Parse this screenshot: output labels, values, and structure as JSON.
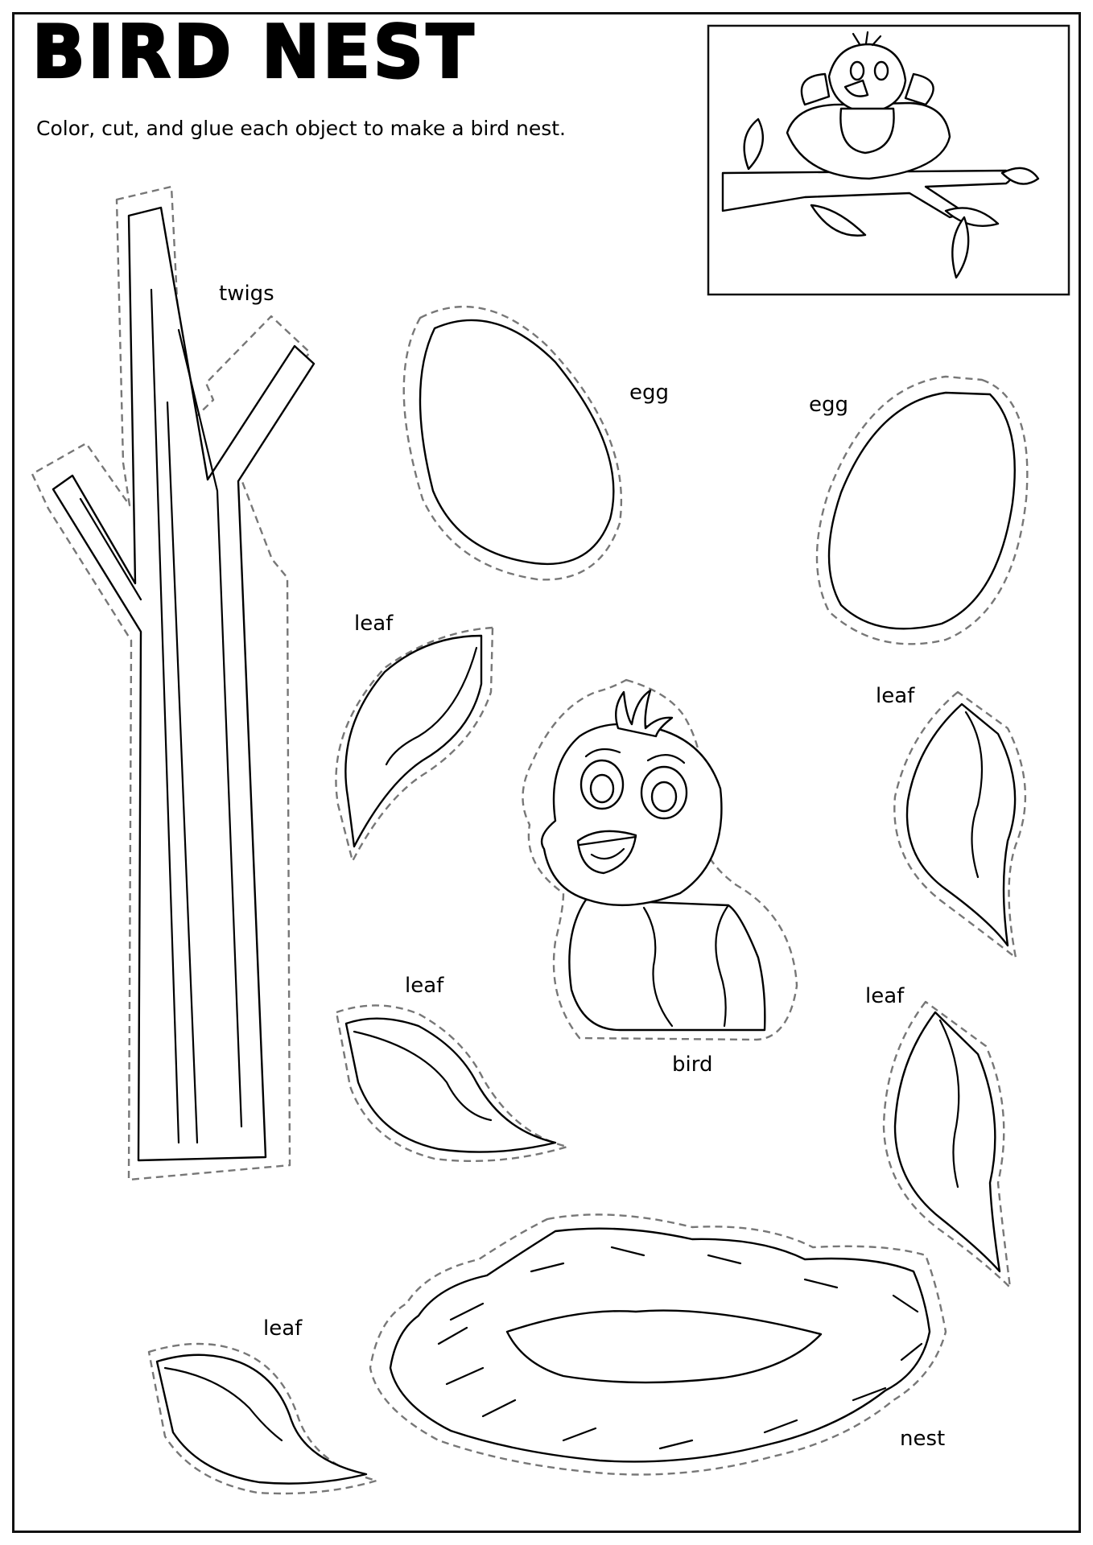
{
  "worksheet": {
    "title": "BIRD NEST",
    "instruction": "Color, cut, and glue each object to make a bird nest.",
    "labels": {
      "twigs": "twigs",
      "egg_1": "egg",
      "egg_2": "egg",
      "leaf_1": "leaf",
      "leaf_2": "leaf",
      "leaf_3": "leaf",
      "leaf_4": "leaf",
      "leaf_5": "leaf",
      "bird": "bird",
      "nest": "nest"
    }
  }
}
